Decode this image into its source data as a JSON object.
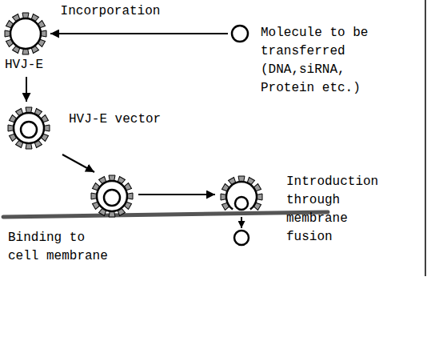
{
  "diagram": {
    "nodes": [
      {
        "text": [
          "HVJ-E"
        ]
      },
      {
        "text": [
          "Molecule to be transferred (DNA,siRNA, Protein etc.)"
        ]
      },
      {
        "text": [
          "HVJ-E vector"
        ]
      },
      {
        "text": [
          "Binding to cell membrane"
        ]
      },
      {
        "text": [
          "Introduction through membrane fusion"
        ]
      }
    ],
    "edges": [
      {
        "from": 1,
        "to": 0,
        "arrow": "to",
        "label": "Incorporation"
      },
      {
        "from": 0,
        "to": 2,
        "arrow": "to"
      },
      {
        "from": 2,
        "to": 3,
        "arrow": "to"
      },
      {
        "from": 3,
        "to": 4,
        "arrow": "to"
      }
    ]
  }
}
